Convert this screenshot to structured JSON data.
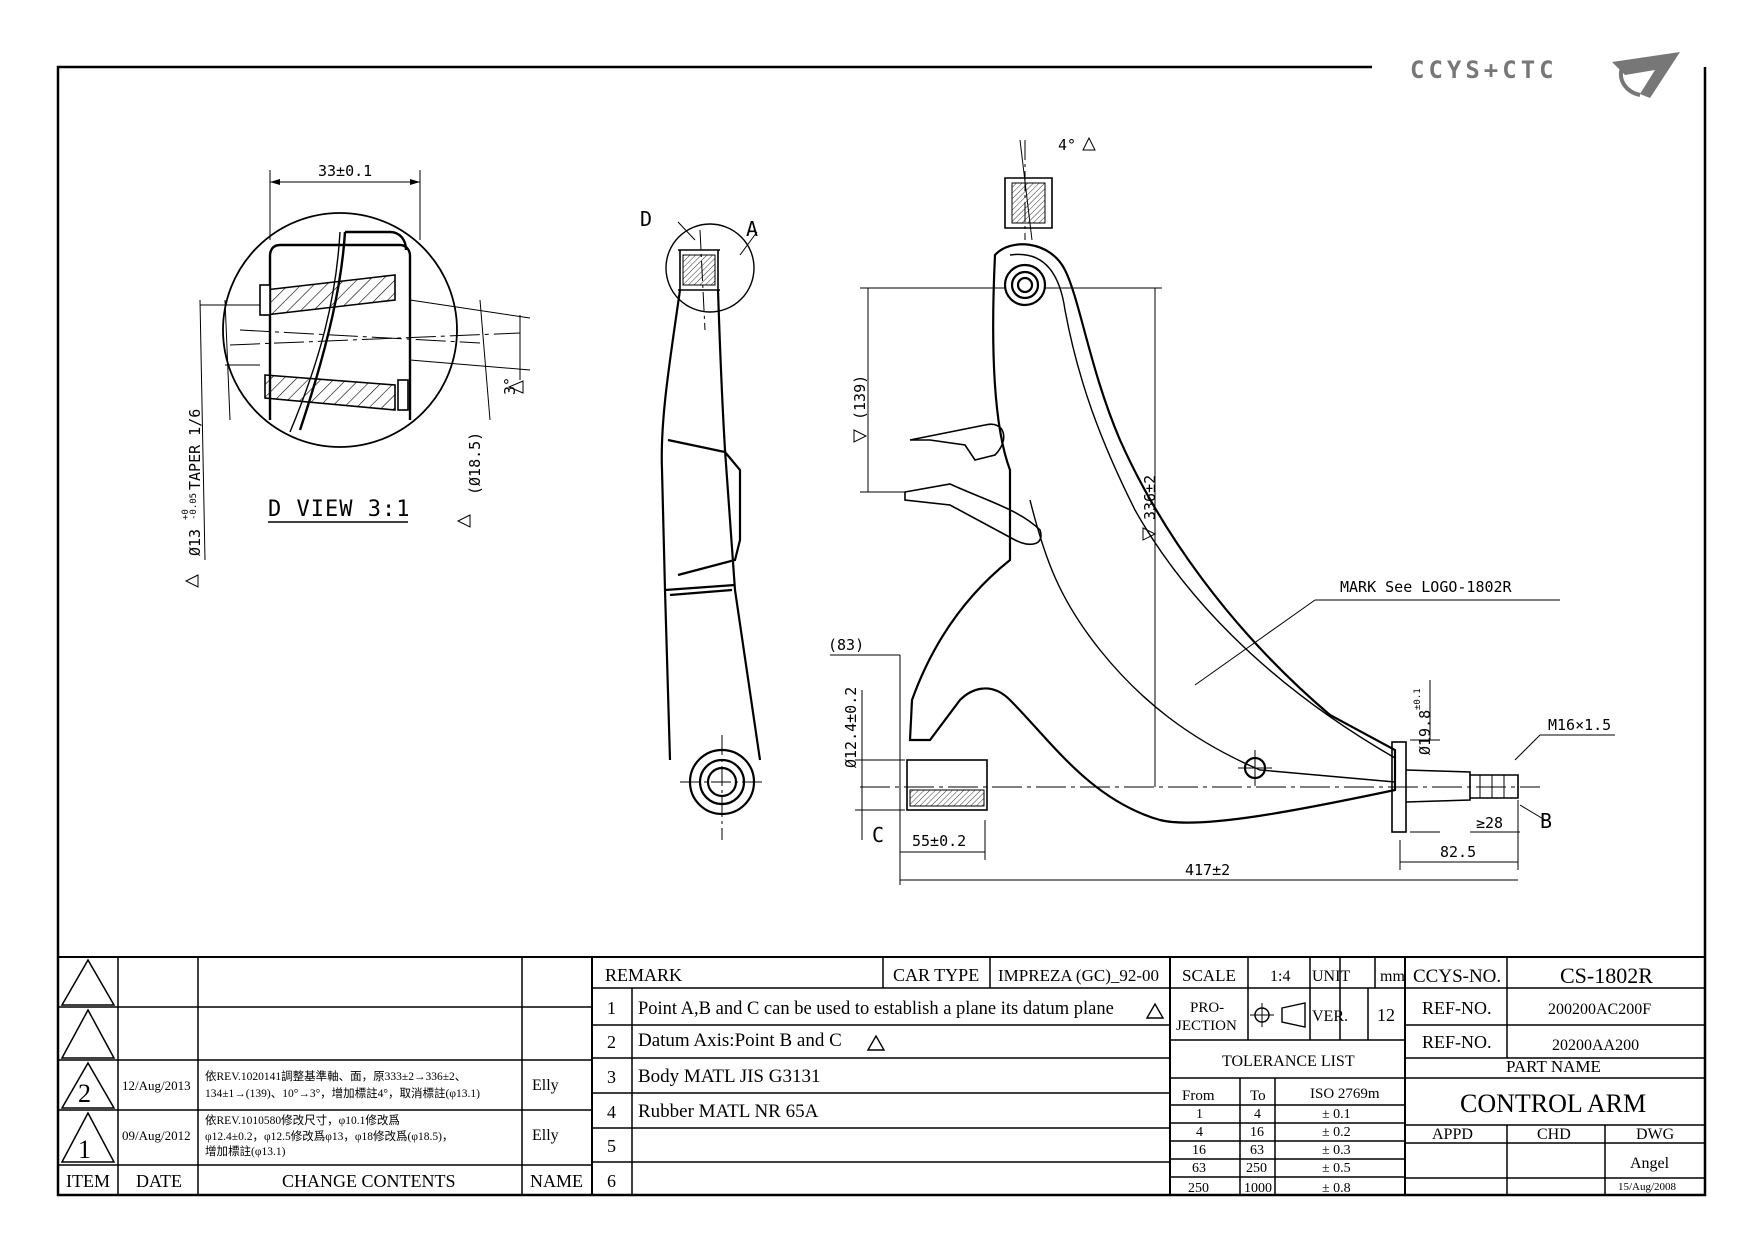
{
  "logo": {
    "text": "CCYS+CTC"
  },
  "views": {
    "detail": {
      "title": "D VIEW 3:1",
      "dim_width": "33±0.1",
      "angle": "3°",
      "dia_outer": "(Ø18.5)",
      "taper": "Ø13",
      "taper_tol_upper": "+0",
      "taper_tol_lower": "-0.05",
      "taper_text": "TAPER 1/6"
    },
    "side": {
      "label_d": "D",
      "label_a": "A"
    },
    "main": {
      "angle_top": "4°",
      "dim_139": "(139)",
      "dim_336": "336±2",
      "mark_note": "MARK See LOGO-1802R",
      "dim_83": "(83)",
      "dim_12_4": "Ø12.4±0.2",
      "dim_19_8": "Ø19.8",
      "dim_19_8_tol": "±0.1",
      "thread": "M16×1.5",
      "dim_28": "≥28",
      "label_b": "B",
      "label_c": "C",
      "dim_55": "55±0.2",
      "dim_82_5": "82.5",
      "dim_417": "417±2"
    }
  },
  "revisions": {
    "rows": [
      {
        "item": "",
        "date": "",
        "content": "",
        "name": ""
      },
      {
        "item": "",
        "date": "",
        "content": "",
        "name": ""
      },
      {
        "item": "2",
        "date": "12/Aug/2013",
        "content_l1": "依REV.1020141調整基準軸、面，原333±2→336±2、",
        "content_l2": "134±1→(139)、10°→3°，增加標註4°，取消標註(φ13.1)",
        "name": "Elly"
      },
      {
        "item": "1",
        "date": "09/Aug/2012",
        "content_l1": "依REV.1010580修改尺寸，φ10.1修改爲",
        "content_l2": "φ12.4±0.2，φ12.5修改爲φ13，φ18修改爲(φ18.5)，",
        "content_l3": "增加標註(φ13.1)",
        "name": "Elly"
      }
    ],
    "headers": {
      "item": "ITEM",
      "date": "DATE",
      "contents": "CHANGE CONTENTS",
      "name": "NAME"
    }
  },
  "remarks": {
    "header": "REMARK",
    "car_type_label": "CAR TYPE",
    "car_type": "IMPREZA (GC)_92-00",
    "items": [
      {
        "no": "1",
        "text": "Point A,B and C can be used to establish a plane its datum plane"
      },
      {
        "no": "2",
        "text": "Datum Axis:Point B and C"
      },
      {
        "no": "3",
        "text": "Body MATL JIS G3131"
      },
      {
        "no": "4",
        "text": "Rubber MATL NR 65A"
      },
      {
        "no": "5",
        "text": ""
      },
      {
        "no": "6",
        "text": ""
      }
    ]
  },
  "spec": {
    "scale_label": "SCALE",
    "scale": "1:4",
    "unit_label": "UNIT",
    "unit": "mm",
    "projection_l1": "PRO-",
    "projection_l2": "JECTION",
    "ver_label": "VER.",
    "ver": "12",
    "tolerance_title": "TOLERANCE LIST",
    "tol_headers": {
      "from": "From",
      "to": "To",
      "iso": "ISO 2769m"
    },
    "tolerances": [
      {
        "from": "1",
        "to": "4",
        "tol": "± 0.1"
      },
      {
        "from": "4",
        "to": "16",
        "tol": "± 0.2"
      },
      {
        "from": "16",
        "to": "63",
        "tol": "± 0.3"
      },
      {
        "from": "63",
        "to": "250",
        "tol": "± 0.5"
      },
      {
        "from": "250",
        "to": "1000",
        "tol": "± 0.8"
      }
    ]
  },
  "title_block": {
    "ccys_label": "CCYS-NO.",
    "ccys_no": "CS-1802R",
    "ref1_label": "REF-NO.",
    "ref1": "200200AC200F",
    "ref2_label": "REF-NO.",
    "ref2": "20200AA200",
    "part_name_label": "PART NAME",
    "part_name": "CONTROL ARM",
    "appd": "APPD",
    "chd": "CHD",
    "dwg": "DWG",
    "drawer": "Angel",
    "date": "15/Aug/2008"
  }
}
